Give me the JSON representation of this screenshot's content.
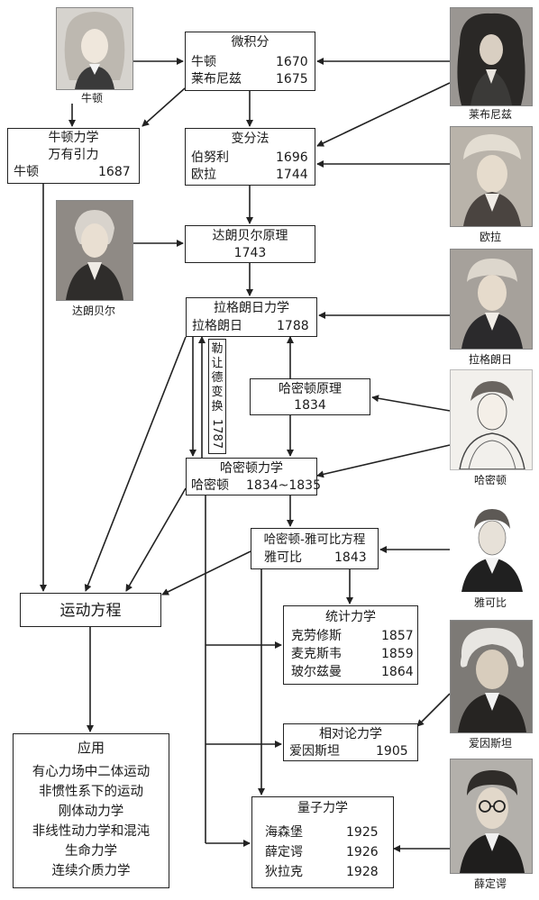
{
  "calculus": {
    "title": "微积分",
    "rows": [
      {
        "name": "牛顿",
        "year": "1670"
      },
      {
        "name": "莱布尼兹",
        "year": "1675"
      }
    ]
  },
  "newton_mech": {
    "l1": "牛顿力学",
    "l2": "万有引力",
    "name": "牛顿",
    "year": "1687"
  },
  "variation": {
    "title": "变分法",
    "rows": [
      {
        "name": "伯努利",
        "year": "1696"
      },
      {
        "name": "欧拉",
        "year": "1744"
      }
    ]
  },
  "dalembert": {
    "title": "达朗贝尔原理",
    "year": "1743"
  },
  "lagrange": {
    "title": "拉格朗日力学",
    "name": "拉格朗日",
    "year": "1788"
  },
  "legendre": {
    "text": "勒让德变换",
    "year": "1787"
  },
  "hamilton_principle": {
    "title": "哈密顿原理",
    "year": "1834"
  },
  "hamilton_mech": {
    "title": "哈密顿力学",
    "name": "哈密顿",
    "year": "1834~1835"
  },
  "hj": {
    "title": "哈密顿-雅可比方程",
    "name": "雅可比",
    "year": "1843"
  },
  "motion": {
    "title": "运动方程"
  },
  "statistical": {
    "title": "统计力学",
    "rows": [
      {
        "name": "克劳修斯",
        "year": "1857"
      },
      {
        "name": "麦克斯韦",
        "year": "1859"
      },
      {
        "name": "玻尔兹曼",
        "year": "1864"
      }
    ]
  },
  "relativity": {
    "title": "相对论力学",
    "name": "爱因斯坦",
    "year": "1905"
  },
  "quantum": {
    "title": "量子力学",
    "rows": [
      {
        "name": "海森堡",
        "year": "1925"
      },
      {
        "name": "薛定谔",
        "year": "1926"
      },
      {
        "name": "狄拉克",
        "year": "1928"
      }
    ]
  },
  "applications": {
    "title": "应用",
    "items": [
      "有心力场中二体运动",
      "非惯性系下的运动",
      "刚体动力学",
      "非线性动力学和混沌",
      "生命力学",
      "连续介质力学"
    ]
  },
  "portraits": {
    "newton": "牛顿",
    "leibniz": "莱布尼兹",
    "euler": "欧拉",
    "dalembert": "达朗贝尔",
    "lagrange": "拉格朗日",
    "hamilton": "哈密顿",
    "jacobi": "雅可比",
    "einstein": "爱因斯坦",
    "schrodinger": "薛定谔"
  }
}
